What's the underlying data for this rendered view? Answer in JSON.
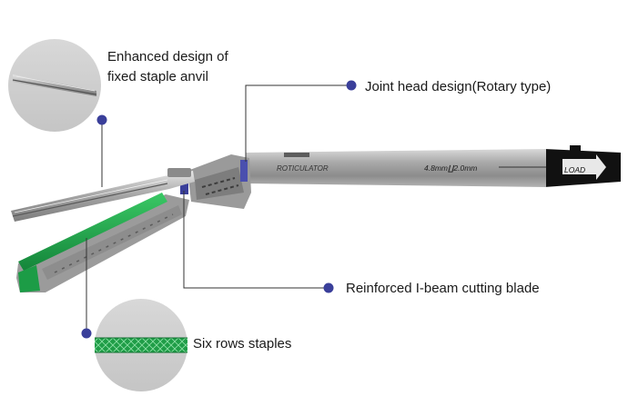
{
  "callouts": {
    "anvil": {
      "line1": "Enhanced design of",
      "line2": "fixed staple anvil"
    },
    "joint": "Joint head design(Rotary type)",
    "blade": "Reinforced I-beam cutting blade",
    "staples": "Six rows staples"
  },
  "device": {
    "shaft_label": "ROTICULATOR",
    "spec_label": "4.8mm∐2.0mm",
    "load_label": "LOAD"
  },
  "colors": {
    "callout_dot": "#3a3f9a",
    "leader_line": "#333333",
    "cartridge_green": "#1fa84a",
    "metal": "#a7a7a7",
    "shaft_dark": "#6e6e6e",
    "handle_black": "#111111",
    "zoom_circle": "#cfcfcf"
  },
  "icons": {
    "load_arrow": "arrow-right-icon"
  }
}
